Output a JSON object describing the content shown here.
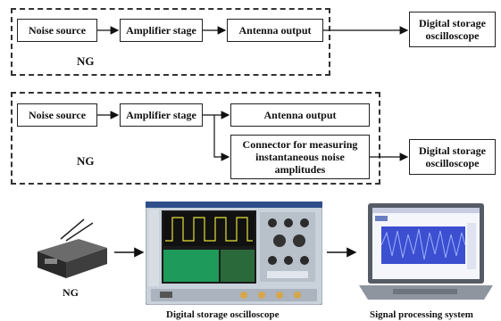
{
  "diagram1": {
    "noise_source": "Noise source",
    "amplifier_stage": "Amplifier stage",
    "antenna_output": "Antenna output",
    "group_label": "NG",
    "dso": "Digital storage oscilloscope"
  },
  "diagram2": {
    "noise_source": "Noise source",
    "amplifier_stage": "Amplifier stage",
    "antenna_output": "Antenna output",
    "connector": "Connector for measuring instantaneous noise amplitudes",
    "group_label": "NG",
    "dso": "Digital storage oscilloscope"
  },
  "bottom": {
    "ng_caption": "NG",
    "dso_caption": "Digital storage oscilloscope",
    "sps_caption": "Signal processing system"
  },
  "colors": {
    "line": "#111111",
    "scope_body": "#c9d1db",
    "scope_screen": "#1a1a1a",
    "laptop_screen": "#3b4fd0"
  }
}
